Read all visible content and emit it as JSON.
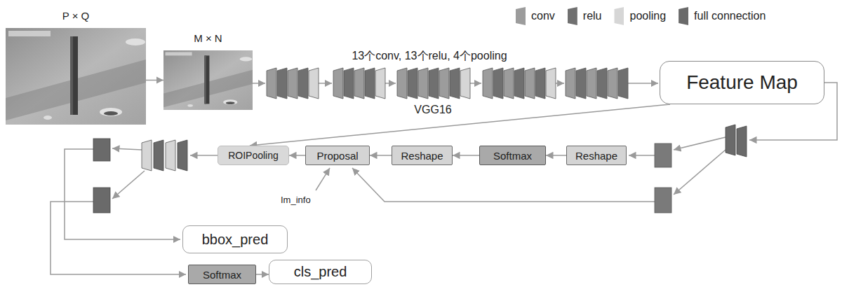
{
  "diagram": {
    "nodes": [
      {
        "text": [
          "P × Q"
        ]
      },
      {
        "text": [
          "M × N"
        ]
      },
      {
        "text": [
          "Feature Map"
        ]
      },
      {
        "text": [
          "ROIPooling"
        ]
      },
      {
        "text": [
          "Proposal"
        ]
      },
      {
        "text": [
          "Reshape"
        ]
      },
      {
        "text": [
          "Softmax"
        ]
      },
      {
        "text": [
          "Reshape"
        ]
      },
      {
        "text": [
          "bbox_pred"
        ]
      },
      {
        "text": [
          "Softmax"
        ]
      },
      {
        "text": [
          "cls_pred"
        ]
      }
    ],
    "edges": [
      {
        "from": 0,
        "to": 1,
        "arrow": "to"
      },
      {
        "from": 7,
        "to": 6,
        "arrow": "to"
      },
      {
        "from": 6,
        "to": 5,
        "arrow": "to"
      },
      {
        "from": 5,
        "to": 4,
        "arrow": "to"
      },
      {
        "from": 4,
        "to": 3,
        "arrow": "to"
      },
      {
        "from": 2,
        "to": 3,
        "arrow": "to"
      },
      {
        "from": 9,
        "to": 10,
        "arrow": "to"
      }
    ],
    "labels": [
      "13个conv, 13个relu, 4个pooling",
      "VGG16",
      "Im_info"
    ],
    "legend": [
      {
        "text": "conv",
        "color": "#9c9c9c"
      },
      {
        "text": "relu",
        "color": "#707070"
      },
      {
        "text": "pooling",
        "color": "#d6d6d6"
      },
      {
        "text": "full connection",
        "color": "#6a6a6a"
      }
    ]
  }
}
